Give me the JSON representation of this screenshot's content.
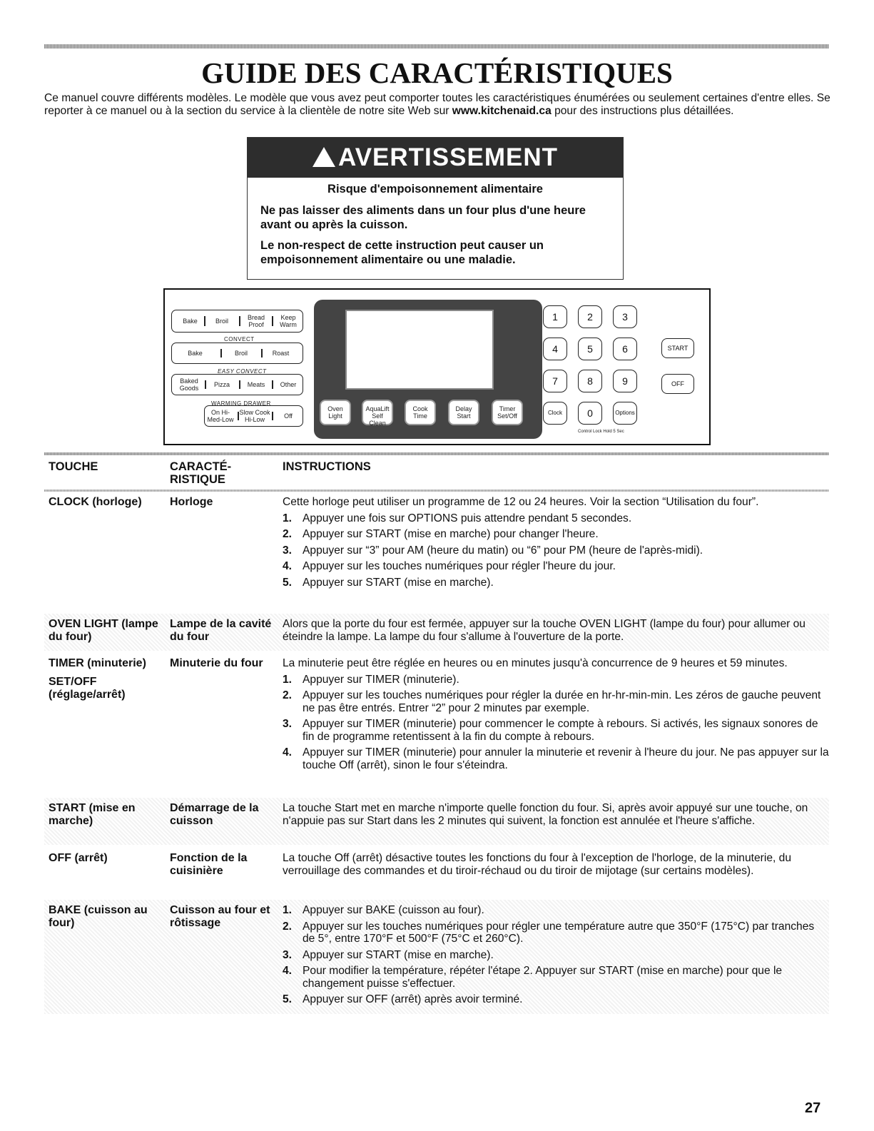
{
  "title": "GUIDE DES CARACTÉRISTIQUES",
  "intro": {
    "before": "Ce manuel couvre différents modèles. Le modèle que vous avez peut comporter toutes les caractéristiques énumérées ou seulement certaines d'entre elles. Se reporter à ce manuel ou à la section du service à la clientèle de notre site Web sur ",
    "link": "www.kitchenaid.ca",
    "after": " pour des instructions plus détaillées."
  },
  "warning": {
    "header": "AVERTISSEMENT",
    "subtitle": "Risque d'empoisonnement alimentaire",
    "line1": "Ne pas laisser des aliments dans un four plus d'une heure avant ou après la cuisson.",
    "line2": "Le non-respect de cette instruction peut causer un empoisonnement alimentaire ou une maladie."
  },
  "panel": {
    "row1": [
      "Bake",
      "Broil",
      "Bread Proof",
      "Keep Warm"
    ],
    "convect_label": "CONVECT",
    "row2": [
      "Bake",
      "Broil",
      "Roast"
    ],
    "easy_label": "EASY CONVECT",
    "row3": [
      "Baked Goods",
      "Pizza",
      "Meats",
      "Other"
    ],
    "warming_label": "WARMING DRAWER",
    "row4": [
      "On Hi-Med-Low",
      "Slow Cook Hi-Low",
      "Off"
    ],
    "display_buttons": [
      "Oven Light",
      "AquaLift Self Clean",
      "Cook Time",
      "Delay Start",
      "Timer Set/Off"
    ],
    "keys": [
      "1",
      "2",
      "3",
      "4",
      "5",
      "6",
      "7",
      "8",
      "9",
      "Clock",
      "0",
      "Options"
    ],
    "start": "START",
    "off": "OFF",
    "lock": "Control Lock Hold 5 Sec"
  },
  "table": {
    "headers": [
      "TOUCHE",
      "CARACTÉ-RISTIQUE",
      "INSTRUCTIONS"
    ],
    "rows": [
      {
        "key": [
          "CLOCK (horloge)"
        ],
        "feature": "Horloge",
        "text": "Cette horloge peut utiliser un programme de 12 ou 24 heures. Voir la section “Utilisation du four”.",
        "steps": [
          "Appuyer une fois sur OPTIONS puis attendre pendant 5 secondes.",
          "Appuyer sur START (mise en marche) pour changer l'heure.",
          "Appuyer sur “3” pour AM (heure du matin) ou “6” pour PM (heure de l'après-midi).",
          "Appuyer sur les touches numériques pour régler l'heure du jour.",
          "Appuyer sur START (mise en marche)."
        ]
      },
      {
        "key": [
          "OVEN LIGHT (lampe du four)"
        ],
        "feature": "Lampe de la cavité du four",
        "text": "Alors que la porte du four est fermée, appuyer sur la touche OVEN LIGHT (lampe du four) pour allumer ou éteindre la lampe. La lampe du four s'allume à l'ouverture de la porte.",
        "steps": []
      },
      {
        "key": [
          "TIMER (minuterie)",
          "SET/OFF (réglage/arrêt)"
        ],
        "feature": "Minuterie du four",
        "text": "La minuterie peut être réglée en heures ou en minutes jusqu'à concurrence de 9 heures et 59 minutes.",
        "steps": [
          "Appuyer sur TIMER (minuterie).",
          "Appuyer sur les touches numériques pour régler la durée en hr-hr-min-min. Les zéros de gauche peuvent ne pas être entrés. Entrer “2” pour 2 minutes par exemple.",
          "Appuyer sur TIMER (minuterie) pour commencer le compte à rebours. Si activés, les signaux sonores de fin de programme retentissent à la fin du compte à rebours.",
          "Appuyer sur TIMER (minuterie) pour annuler la minuterie et revenir à l'heure du jour. Ne pas appuyer sur la touche Off (arrêt), sinon le four s'éteindra."
        ]
      },
      {
        "key": [
          "START (mise en marche)"
        ],
        "feature": "Démarrage de la cuisson",
        "text": "La touche Start met en marche n'importe quelle fonction du four. Si, après avoir appuyé sur une touche, on n'appuie pas sur Start dans les 2 minutes qui suivent, la fonction est annulée et l'heure s'affiche.",
        "steps": []
      },
      {
        "key": [
          "OFF (arrêt)"
        ],
        "feature": "Fonction de la cuisinière",
        "text": "La touche Off (arrêt) désactive toutes les fonctions du four à l'exception de l'horloge, de la minuterie, du verrouillage des commandes et du tiroir-réchaud ou du tiroir de mijotage (sur certains modèles).",
        "steps": []
      },
      {
        "key": [
          "BAKE (cuisson au four)"
        ],
        "feature": "Cuisson au four et rôtissage",
        "text": "",
        "steps": [
          "Appuyer sur BAKE (cuisson au four).",
          "Appuyer sur les touches numériques pour régler une température autre que 350°F (175°C) par tranches de 5°, entre 170°F et 500°F (75°C et 260°C).",
          "Appuyer sur START (mise en marche).",
          "Pour modifier la température, répéter l'étape 2. Appuyer sur START (mise en marche) pour que le changement puisse s'effectuer.",
          "Appuyer sur OFF (arrêt) après avoir terminé."
        ]
      }
    ]
  },
  "page_number": "27"
}
